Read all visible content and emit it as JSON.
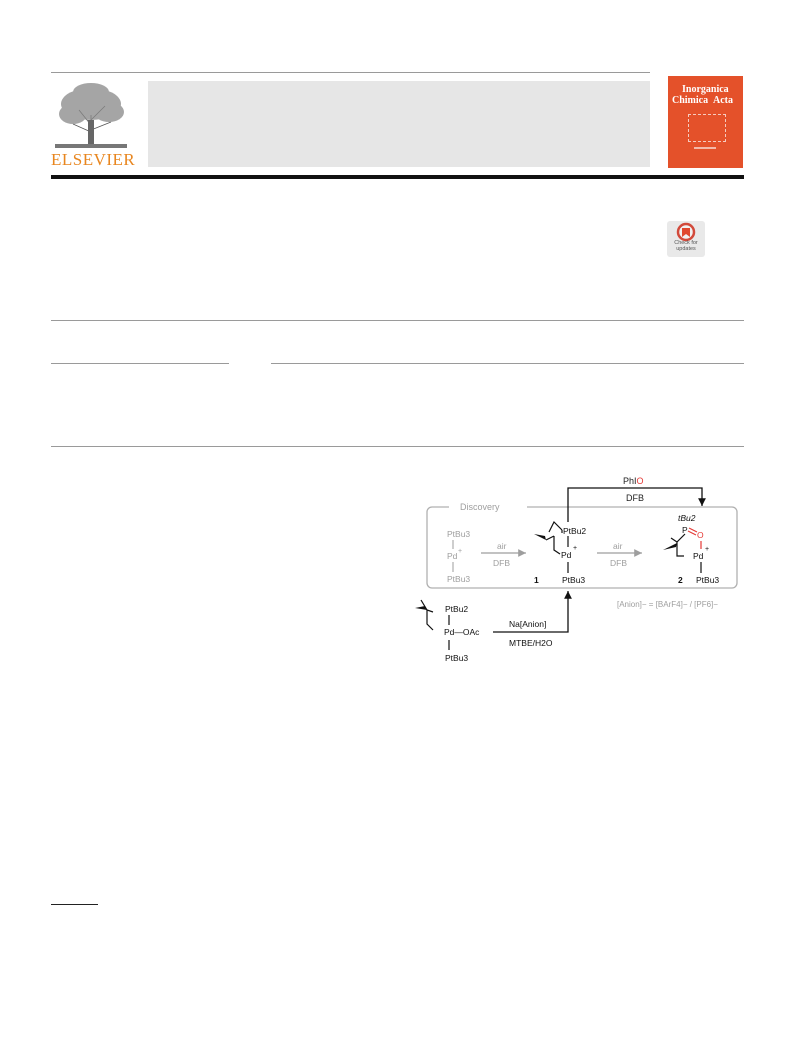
{
  "publisher": {
    "name": "ELSEVIER",
    "logo_icon": "elsevier-tree-icon"
  },
  "journal_cover": {
    "title_line1": "Inorganica",
    "title_line2": "Chimica",
    "title_line3": "Acta",
    "color": "#e4512a"
  },
  "update_badge": {
    "line1": "Check for",
    "line2": "updates"
  },
  "graphic": {
    "box_label": "Discovery",
    "top_reagent_prefix": "PhI",
    "top_reagent_o": "O",
    "top_solvent": "DFB",
    "start_top_ligand": "PtBu3",
    "start_metal": "Pd",
    "start_bottom_ligand": "PtBu3",
    "step1_reagent": "air",
    "step1_solvent": "DFB",
    "c1_ligand_top": "PtBu2",
    "c1_metal": "Pd",
    "c1_ligand_bottom": "PtBu3",
    "c1_label": "1",
    "step2_reagent": "air",
    "step2_solvent": "DFB",
    "c2_tbu": "tBu2",
    "c2_p": "P",
    "c2_o": "O",
    "c2_metal": "Pd",
    "c2_ligand_bottom": "PtBu3",
    "c2_label": "2",
    "anion_text": "[Anion]− = [BArF4]− / [PF6]−",
    "precursor_ligand_top": "PtBu2",
    "precursor_metal_oac": "Pd—OAc",
    "precursor_ligand_bottom": "PtBu3",
    "salt_reagent": "Na[Anion]",
    "salt_solvent": "MTBE/H2O",
    "highlight_color": "#e53935",
    "gray_color": "#9e9e9e"
  }
}
